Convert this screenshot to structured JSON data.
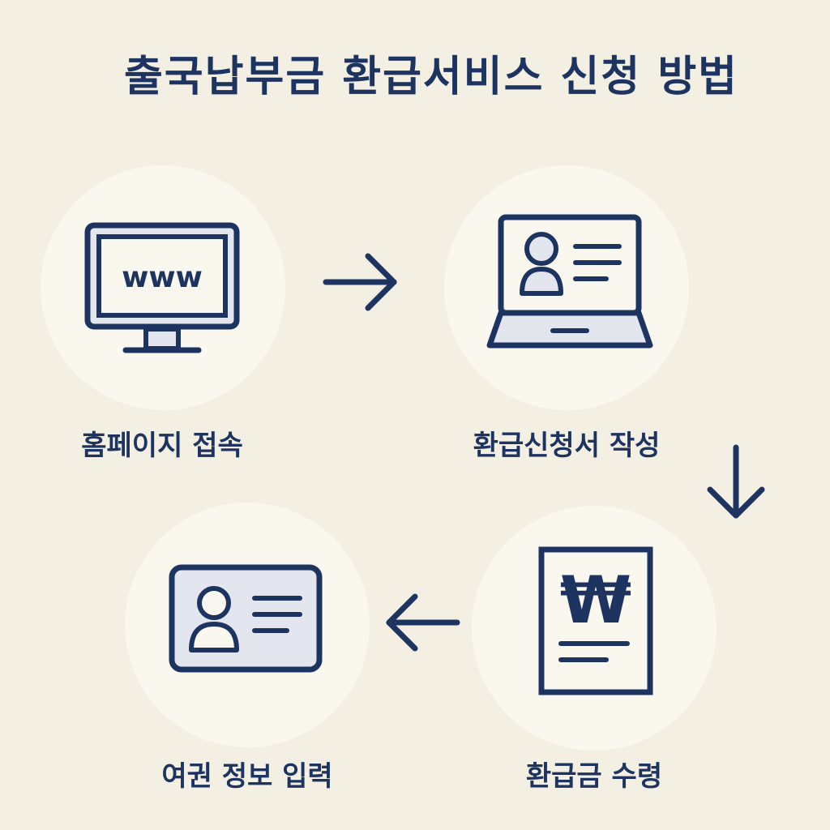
{
  "title": "출국납부금 환급서비스 신청 방법",
  "steps": [
    {
      "label": "홈페이지 접속",
      "icon": "monitor-www-icon",
      "screen_text": "www"
    },
    {
      "label": "환급신청서 작성",
      "icon": "laptop-form-icon"
    },
    {
      "label": "환급금 수령",
      "icon": "won-document-icon",
      "symbol": "₩"
    },
    {
      "label": "여권 정보 입력",
      "icon": "id-card-icon"
    }
  ],
  "colors": {
    "ink": "#1d3461",
    "background": "#f4efe3",
    "circle": "#faf7ee",
    "fill": "#e3e6ee"
  }
}
